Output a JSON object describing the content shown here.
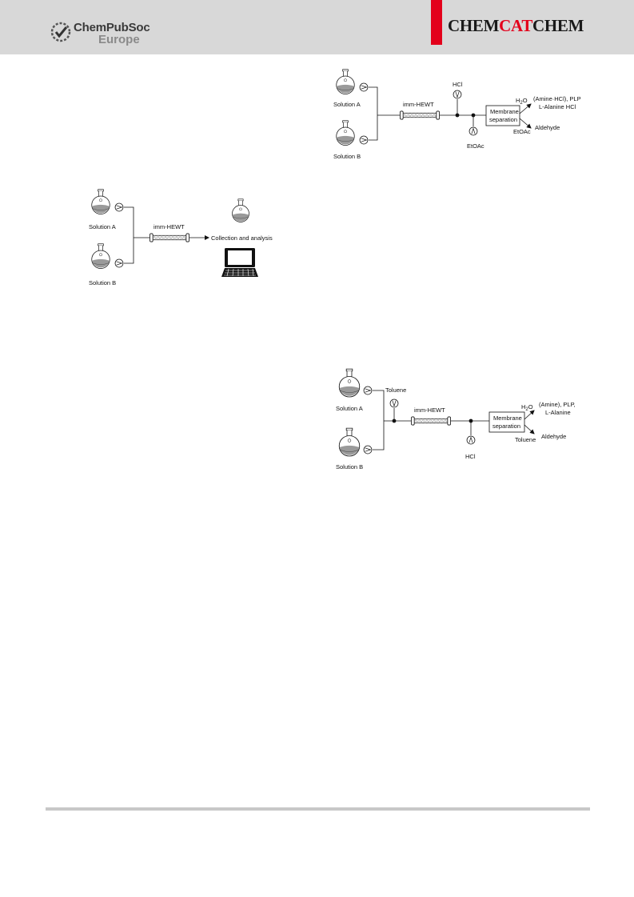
{
  "header": {
    "publisher_name": "ChemPubSoc",
    "publisher_region": "Europe",
    "journal_parts": [
      "CHEM",
      "CAT",
      "CHEM"
    ],
    "brand_red": "#e3001b",
    "band_color": "#d8d8d8"
  },
  "scheme_basic": {
    "flask_a": "Solution A",
    "flask_b": "Solution B",
    "column": "imm-HEWT",
    "output": "Collection and analysis",
    "icons": [
      "round-bottom-flask-icon",
      "pump-icon",
      "packed-column-icon",
      "collection-flask-icon",
      "computer-icon"
    ]
  },
  "scheme_etoac": {
    "flask_a": "Solution A",
    "flask_b": "Solution B",
    "column": "imm-HEWT",
    "reagent_top": "HCl",
    "reagent_bottom": "EtOAc",
    "separator_line1": "Membrane",
    "separator_line2": "separation",
    "aq_phase_main": "H",
    "aq_phase_sub": "2",
    "aq_phase_end": "O",
    "aq_product_1": "(Amine·HCl), PLP",
    "aq_product_2": "L-Alanine HCl",
    "org_phase": "EtOAc",
    "org_product": "Aldehyde"
  },
  "scheme_toluene": {
    "flask_a": "Solution A",
    "flask_b": "Solution B",
    "column": "imm-HEWT",
    "reagent_top": "Toluene",
    "reagent_bottom": "HCl",
    "separator_line1": "Membrane",
    "separator_line2": "separation",
    "aq_phase_main": "H",
    "aq_phase_sub": "2",
    "aq_phase_end": "O",
    "aq_product_1": "(Amine), PLP,",
    "aq_product_2": "L-Alanine",
    "org_phase": "Toluene",
    "org_product": "Aldehyde"
  }
}
